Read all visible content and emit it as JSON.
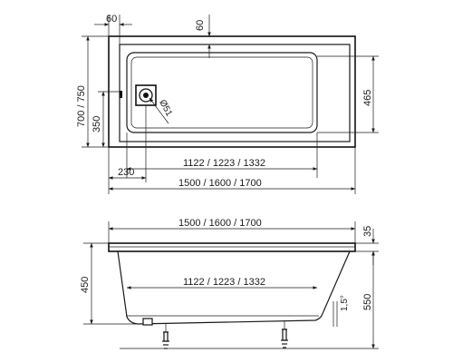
{
  "top_view": {
    "dims": {
      "top_left_offset": "60",
      "top_drain_offset": "60",
      "width_overall": "700 / 750",
      "width_half": "350",
      "inner_width": "465",
      "drain_offset": "230",
      "inner_length": "1122 / 1223 / 1332",
      "overall_length": "1500 / 1600 / 1700",
      "drain_diameter": "Ø51"
    }
  },
  "side_view": {
    "dims": {
      "overall_length": "1500 / 1600 / 1700",
      "rim_thickness": "35",
      "depth": "450",
      "inner_length": "1122 / 1223 / 1332",
      "slope": "1,5°",
      "total_height": "550"
    }
  }
}
